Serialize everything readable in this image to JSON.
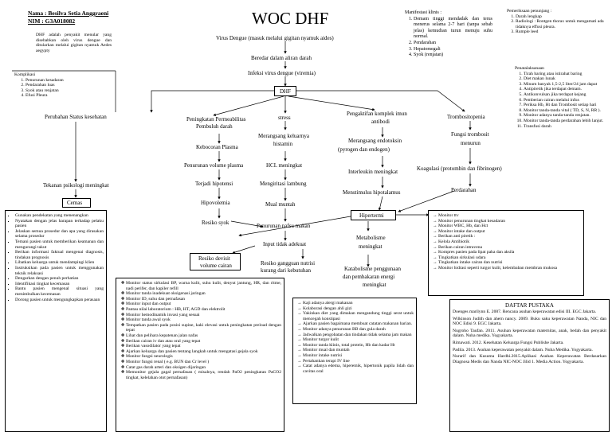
{
  "header": {
    "name_line": "Nama : Besilva Setia Anggraeni",
    "nim_line": "NIM : G3A018082",
    "title": "WOC DHF"
  },
  "definition": "DHF adalah penyakit menular yang disebabkan oleh virus dengue dan ditularkan melalui gigitan nyamuk Aedes aegypty",
  "complications": {
    "heading": "Komplikasi",
    "items": [
      "Penurunan kesadaran",
      "Pendarahan luas",
      "Syok atau renjatan",
      "Efusi Pleura"
    ]
  },
  "manifestations": {
    "heading": "Manifestasi klinis :",
    "items": [
      "Demam tinggi mendadak dan terus menerus selama 2-7 hari (tanpa sebab jelas) kemudian turun menuju suhu normal.",
      "Pendarahan",
      "Hepatomegali",
      "Syok (renjatan)"
    ]
  },
  "support_exam": {
    "heading": "Pemeriksaan penunjang :",
    "items": [
      "Darah lengkap",
      "Radiologi : Rontgen thorax untuk mengamati ada tidaknya effusi pleura.",
      "Rumple leed"
    ]
  },
  "management": {
    "heading": "Penatalaksanaan",
    "items": [
      "Tirah baring atau istirahat baring",
      "Diet makan lunak",
      "Minum banyak 1,5-2,5 liter/24 jam dapat",
      "Antipiretik jika terdapat demam.",
      "Antikonvulsan jika terdapat kejang",
      "Pemberian cairan melalui infus",
      "Periksa Hb, Ht dan Trombosit setiap hari",
      "Monitor tanda-tanda vital ( TD, S, N, RR ).",
      "Monitor adanya tanda-tanda renjatan.",
      "Monitor tanda-tanda perdarahan lebih lanjut.",
      "Transfusi darah"
    ]
  },
  "flow": {
    "virus": "Virus Dengue (masuk melalui gigitan nyamuk aides)",
    "circulation": "Beredar dalam aliran darah",
    "viremia": "Infeksi virus dengue (viremia)",
    "dhf": "DHF",
    "status_change": "Perubahan Status kesehatan",
    "psych": "Tekanan psikologi meningkat",
    "cemas": "Cemas",
    "permeability_1": "Peningkatan Permeabilitas",
    "permeability_2": "Pembuluh darah",
    "plasma_leak": "Kebocoran Plasma",
    "plasma_volume": "Penurunan volume plasma",
    "hypotension": "Terjadi hipotensi",
    "hypovolemia": "Hipovolemia",
    "shock_risk": "Resiko syok",
    "stress": "stress",
    "histamine_1": "Merangsang keluarnya",
    "histamine_2": "histamin",
    "hcl": "HCL meningkat",
    "gastric": "Mengiritasi lambung",
    "nausea": "Mual muntah",
    "appetite": "Penurunan nafsu makan",
    "intake": "Input tidak adekuat",
    "fluid_deficit_1": "Resiko devisit",
    "fluid_deficit_2": "volume cairan",
    "nutrition_1": "Resiko gangguan nutrisi",
    "nutrition_2": "kurang dari kebutuhan",
    "immune_1": "Pengaktifan komplek imun",
    "immune_2": "antibodi",
    "endotoxin_1": "Merangsang endotoksin",
    "endotoxin_2": "(pyrogen dan endogen)",
    "interleukin": "Interleukin meningkat",
    "hypothalamus": "Menstimulus hipotalamus",
    "hyperthermia": "Hipertermi",
    "metabolism_1": "Metabolisme",
    "metabolism_2": "meningkat",
    "catabolism_1": "Katabolisme penggunaan",
    "catabolism_2": "dan pembakaran energi",
    "catabolism_3": "meningkat",
    "thrombo": "Trombositopenia",
    "thrombo_fn_1": "Fungsi trombosit",
    "thrombo_fn_2": "menurun",
    "coagulation": "Koagulasi (protombin dan fibrinogen)",
    "bleeding": "Perdarahan"
  },
  "cemas_interventions": [
    "Gunakan pendekatan yang menenangkan",
    "Nyatakan dengan jelas harapan terhadap pelaku pasien",
    "Jelaskan semua prosedur dan apa yang dirasakan selama prosedur",
    "Temani pasien untuk memberikan keamanan dan mengurangi takut",
    "Berikan informasi faktual mengenai diagnosis, tindakan prognosis",
    "Libatkan keluarga untuk mendampingi klien",
    "Instruksikan pada pasien untuk menggunakan teknik relaksasi",
    "Dengarkan dengan penuh perhatian",
    "Identifikasi tingkat kecemasan",
    "Bantu pasien mengenal situasi yang menimbulkan kecemasan",
    "Dorong pasien untuk mengungkapkan perasaan"
  ],
  "fluid_interventions": [
    "Monitor status sirkulasi BP, warna kulit, suhu kulit, denyut jantung, HR, dan ritme, nadi perifer, dan kapiler refill",
    "Monitor tanda inadekuat oksigenasi jaringan",
    "Monitor ID, suhu dan pernafasan",
    "Monitor input dan output",
    "Pantau nilai laboratorium : HB, HT, AGD dan elektrolit",
    "Monitor hemodinamik invasi yang sesuai",
    "Monitor tanda awal syok",
    "Tempatkan pasien pada posisi supine, kaki elevasi untuk peningkatan preload dengan tepat",
    "Lihat dan pelihara kepatenan jalan nafas",
    "Berikan cairan iv dan atau oral yang tepat",
    "Berikan vasodilator yang tepat",
    "Ajarkan keluarga dan pasien tentang langkah untuk mengatasi gejala syok",
    "Monitor fungsi neurologis",
    "Monitor fungsi renal ( e.g. BUN dan Cr level )",
    "Catat gas darah arteri dan oksigen dijaringan",
    "Memonitor gejala gagal pernafasan ( misalnya, rendah PaO2 peningkatan PaCO2 tingkat, kelelahan otot pernafasan)"
  ],
  "nutrition_interventions": [
    "Kaji adanya alergi makanan",
    "Kolaborasi dengan ahli gizi",
    "Yakinkan diet yang dimakan mengandung tinggi serat untuk mencegah konstipasi",
    "Ajarkan pasien bagaimana membuat catatan makanan harian.",
    "Monitor adanya penurunan BB dan gula darah",
    "Jadwalkan pengobatan dan tindakan tidak selama jam makan",
    "Monitor turgor kulit",
    "Monitor tanda klinis, total protein, Hb dan kadar Ht",
    "Monitor mual dan muntah",
    "Monitor intake nutrisi",
    "Pertahankan terapi IV line",
    "Catat adanya edema, hiperemik, hipertonik papila lidah dan cavitas oral"
  ],
  "hyper_interventions": [
    "Monitor ttv",
    "Monitor penurunan tingkat kesadaran",
    "Monitor WBC, Hb, dan Hct",
    "Monitor intake dan output",
    "Berikan anti piretik :",
    "Kelola Antibiotik",
    "Berikan cairan intravena",
    "Kompres pasien pada lipat paha dan aksila",
    "Tingkatkan sirkulasi udara",
    "Tingkatkan intake cairan dan nutrisi",
    "Monitor hidrasi seperti turgor kulit, kelembaban membran mukosa"
  ],
  "references": {
    "heading": "DAFTAR PUSTAKA",
    "items": [
      "Doenges marilynn E. 2007. Rencana asuhan keperawatan edisi III. EGC Jakarta.",
      "Wilkinson Judith dan ahern nancy. 2009. Buku saku keperawatan Nanda, NIC dan NOC Edisi 9. EGC Jakarta.",
      "Nugroho Taufan. 2011. Asuhan keperawatan maternitas, anak, bedah dan penyakit dalam. Nuha medika. Yogyakarta.",
      "Rimawati. 2012. Kesehatan Keluarga Fungsi Publishe Jakarta.",
      "Padila. 2013. Asuhan keperawatan penyakit dalam. Nuha Medika. Yogyakarta.",
      "Nurarif dan Kusuma Hardhi.2015.Aplikasi Asuhan Keperawatan Berdasarkan Diagnosa Medis dan Nanda NIC-NOC Jilid 1. Media Action. Yogyakarta."
    ]
  }
}
